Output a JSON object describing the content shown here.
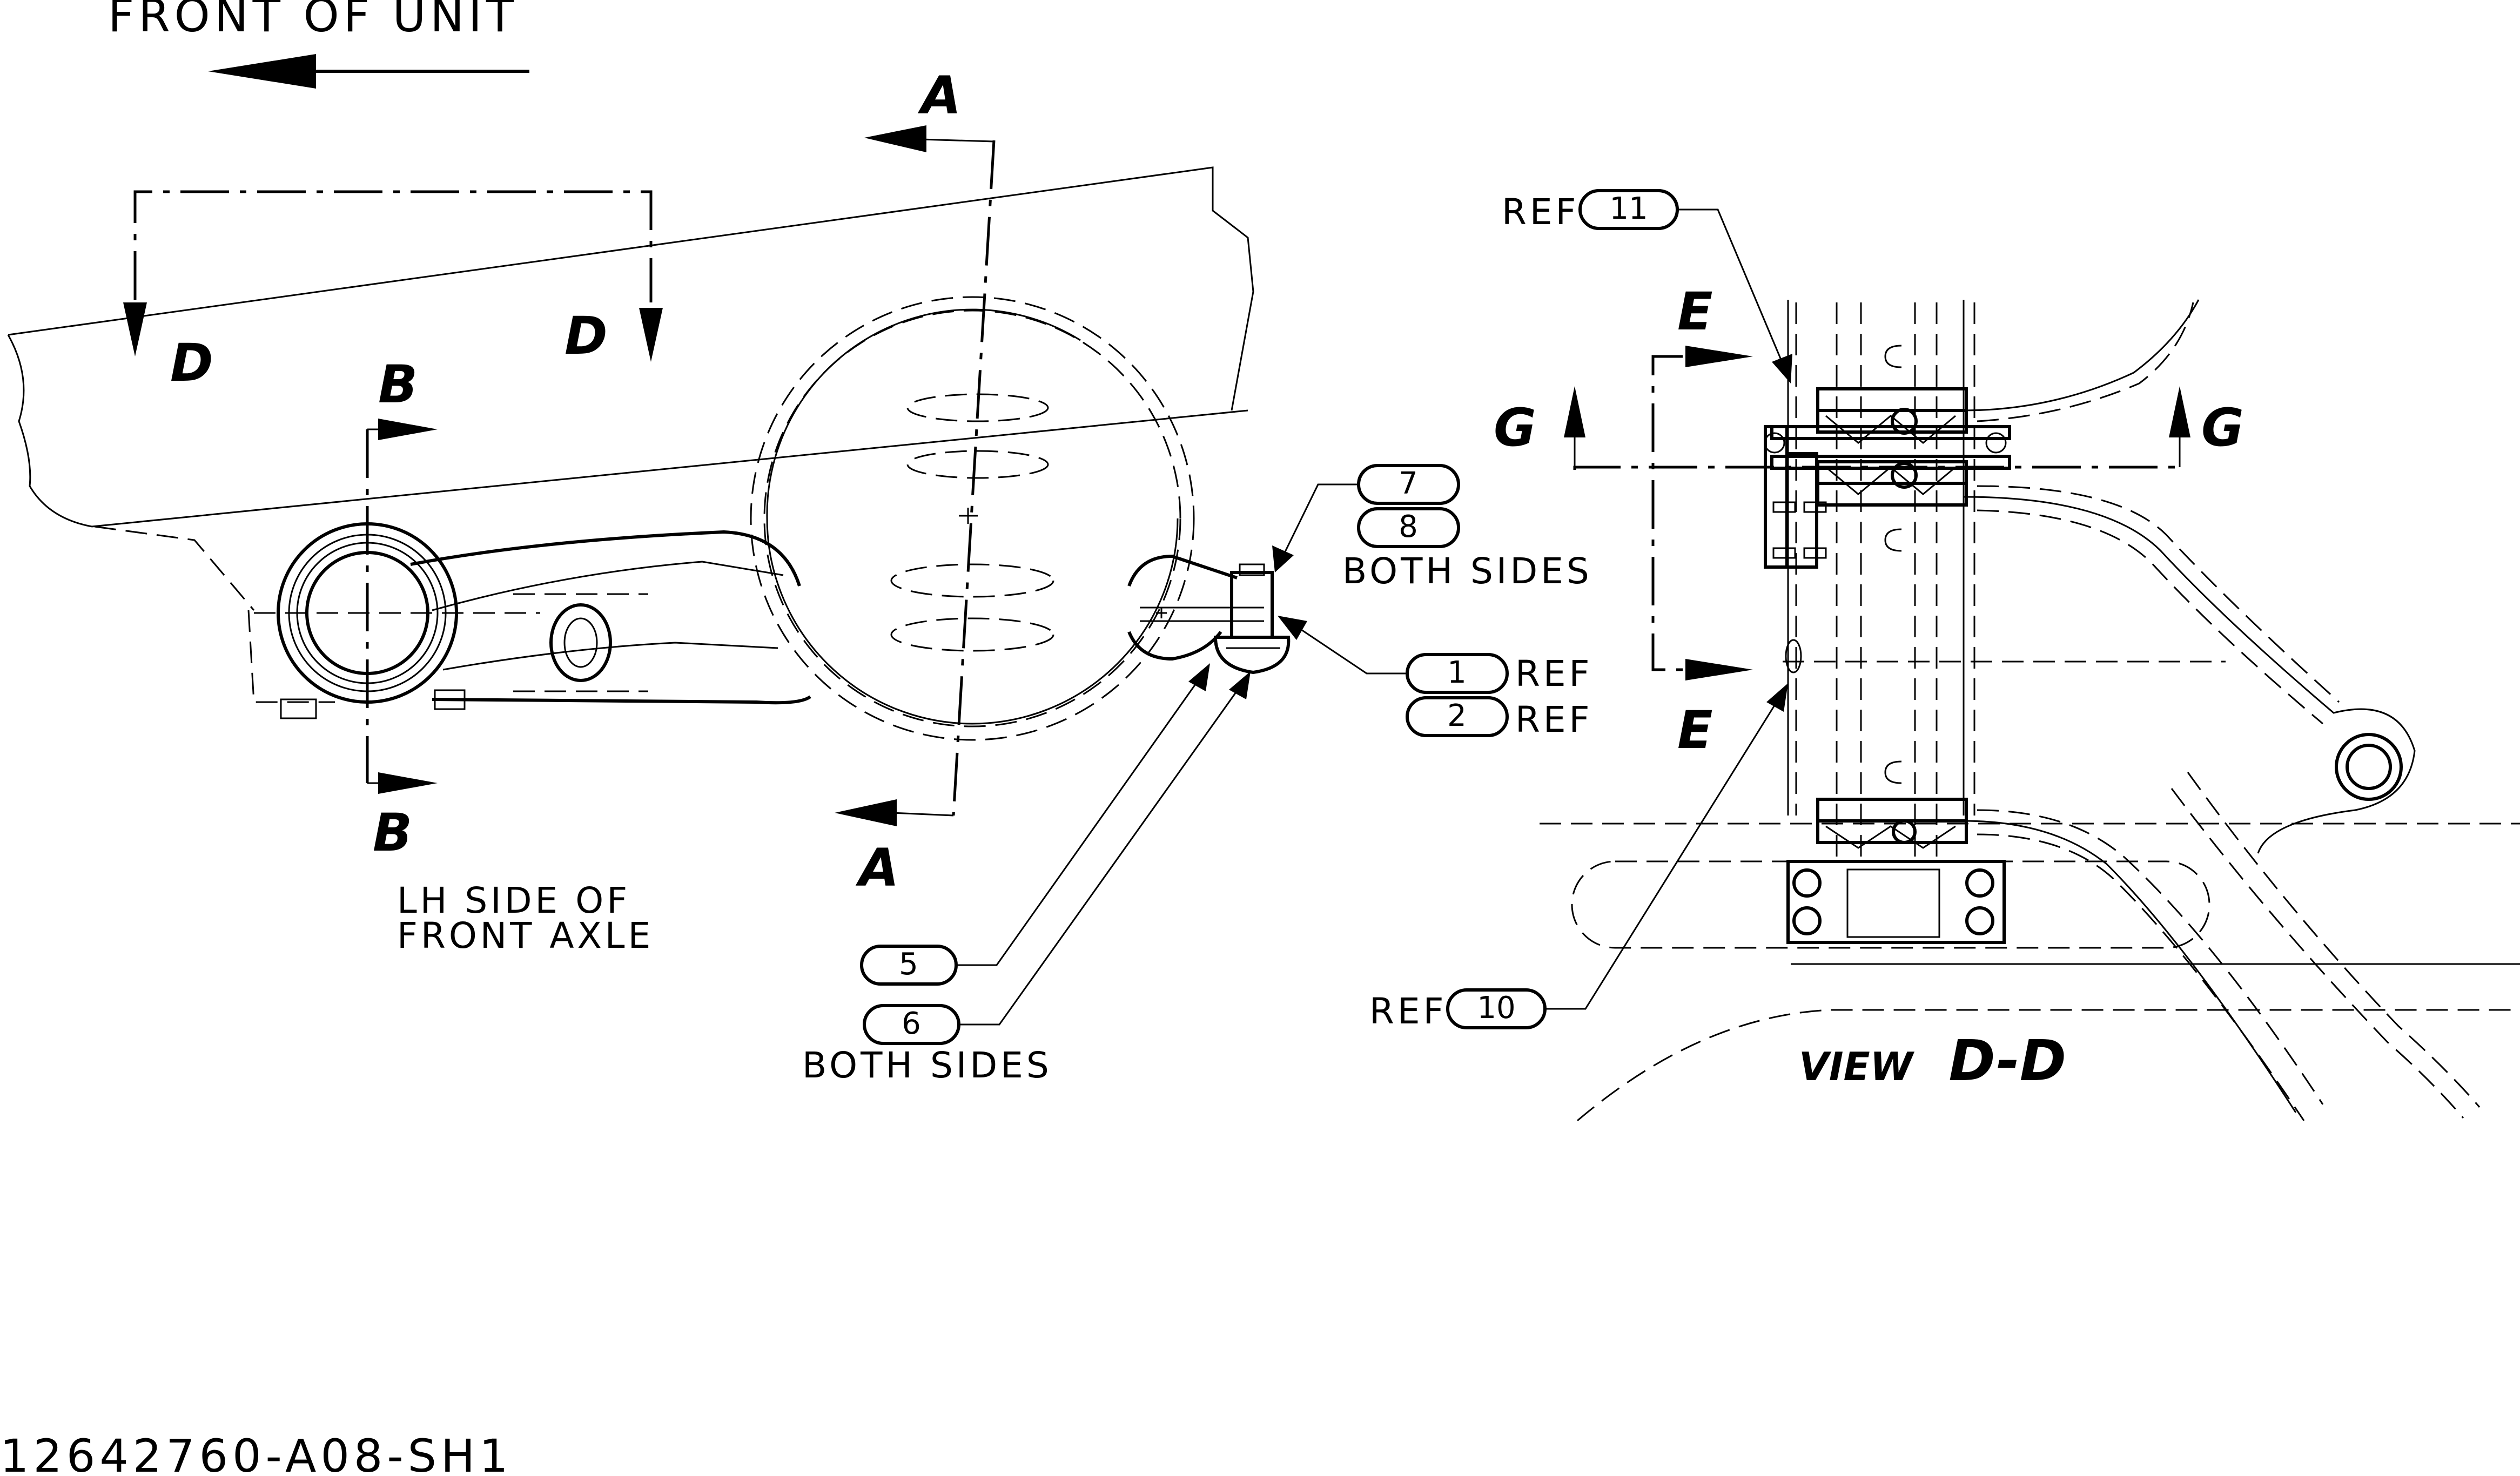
{
  "header": {
    "front_label": "FRONT OF UNIT"
  },
  "section_labels": {
    "a": "A",
    "b": "B",
    "d": "D",
    "e": "E",
    "g": "G"
  },
  "left_view": {
    "caption_line1": "LH SIDE OF",
    "caption_line2": "FRONT AXLE"
  },
  "callouts": {
    "item1": "1",
    "item2": "2",
    "item5": "5",
    "item6": "6",
    "item7": "7",
    "item8": "8",
    "item10": "10",
    "item11": "11",
    "ref": "REF",
    "both_sides": "BOTH SIDES"
  },
  "right_view": {
    "title_prefix": "VIEW",
    "title_section": "D-D"
  },
  "footer": {
    "drawing_number": "12642760-A08-SH1"
  }
}
